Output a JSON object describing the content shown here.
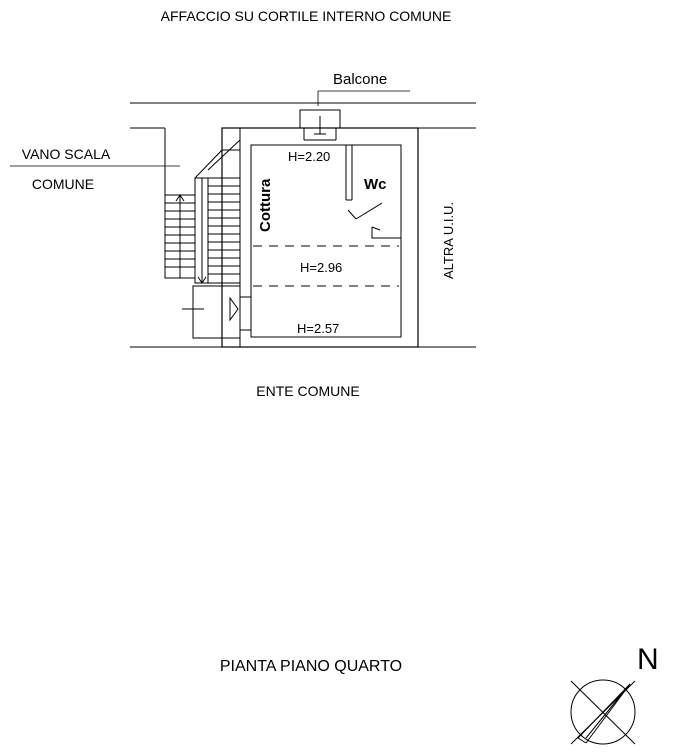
{
  "labels": {
    "top_heading": "AFFACCIO SU CORTILE INTERNO COMUNE",
    "balcony": "Balcone",
    "stair_line1": "VANO SCALA",
    "stair_line2": "COMUNE",
    "height_balcony": "H=2.20",
    "wc": "Wc",
    "kitchen": "Cottura",
    "height_middle": "H=2.96",
    "height_lower": "H=2.57",
    "other_unit": "ALTRA U.I.U.",
    "bottom_heading": "ENTE COMUNE",
    "plan_title": "PIANTA PIANO QUARTO",
    "north": "N"
  }
}
